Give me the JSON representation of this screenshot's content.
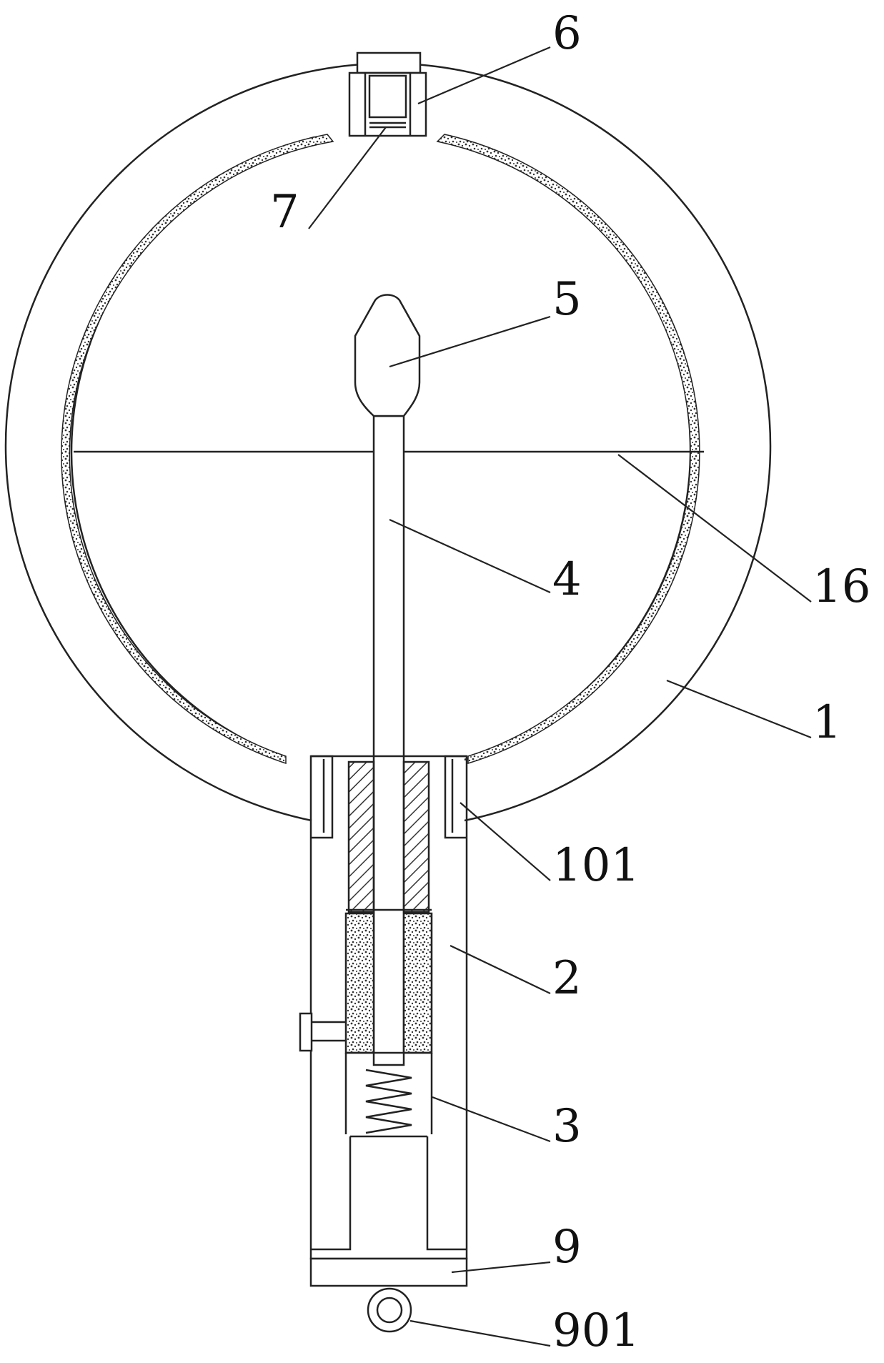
{
  "figure": {
    "line_color": "#222222",
    "background": "#ffffff",
    "labels": {
      "l6": "6",
      "l7": "7",
      "l5": "5",
      "l4": "4",
      "l16": "16",
      "l1": "1",
      "l101": "101",
      "l2": "2",
      "l3": "3",
      "l9": "9",
      "l901": "901"
    }
  }
}
